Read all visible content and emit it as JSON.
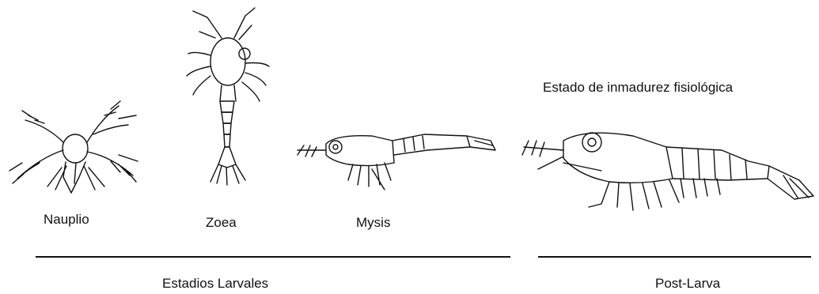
{
  "stages": [
    {
      "label": "Nauplio"
    },
    {
      "label": "Zoea"
    },
    {
      "label": "Mysis"
    }
  ],
  "maturity_note": "Estado de inmadurez fisiológica",
  "groups": [
    {
      "label": "Estadios Larvales"
    },
    {
      "label": "Post-Larva"
    }
  ]
}
